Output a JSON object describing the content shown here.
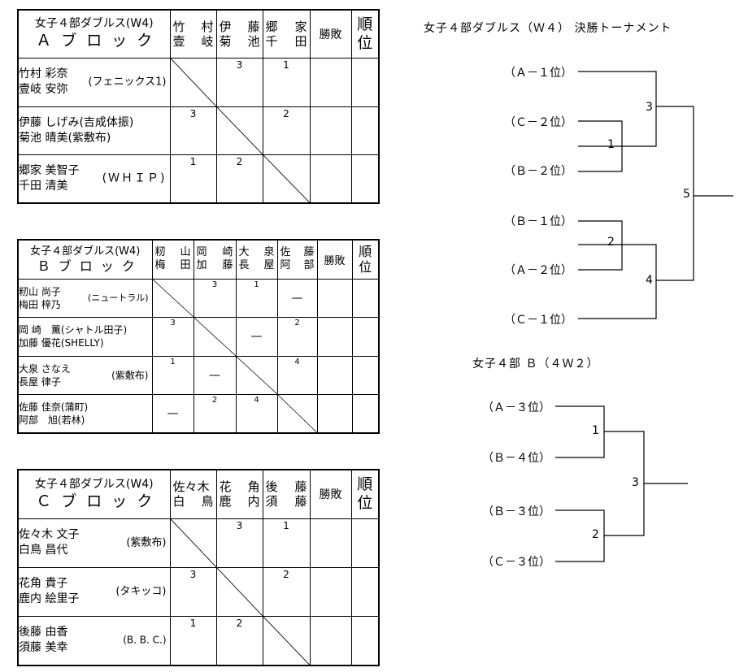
{
  "blocks": [
    {
      "title": "女子４部ダブルス(W4)",
      "block_label": "Ａブロック",
      "headers": [
        [
          "竹",
          "村",
          "壹",
          "岐"
        ],
        [
          "伊",
          "藤",
          "菊",
          "池"
        ],
        [
          "郷",
          "家",
          "千",
          "田"
        ]
      ],
      "win_loss": "勝敗",
      "rank": "順位",
      "players": [
        {
          "line1": "竹村 彩奈",
          "line2": "壹岐 安弥",
          "club": "(フェニックス1)"
        },
        {
          "line1": "伊藤 しげみ(吉成体振)",
          "line2": "菊池 晴美(紫敷布)",
          "club": ""
        },
        {
          "line1": "郷家 美智子",
          "line2": "千田 清美",
          "club": "(ＷＨＩＰ)"
        }
      ],
      "cells": [
        [
          "",
          "3",
          "1"
        ],
        [
          "3",
          "",
          "2"
        ],
        [
          "1",
          "2",
          ""
        ]
      ]
    },
    {
      "title": "女子４部ダブルス(W4)",
      "block_label": "Ｂブロック",
      "headers": [
        [
          "籾",
          "山",
          "梅",
          "田"
        ],
        [
          "岡",
          "崎",
          "加",
          "藤"
        ],
        [
          "大",
          "泉",
          "長",
          "屋"
        ],
        [
          "佐",
          "藤",
          "阿",
          "部"
        ]
      ],
      "win_loss": "勝敗",
      "rank": "順位",
      "players": [
        {
          "line1": "籾山 尚子",
          "line2": "梅田 梓乃",
          "club": "(ニュートラル)"
        },
        {
          "line1": "岡 崎　薫(シャトル田子)",
          "line2": "加藤 優花(SHELLY)",
          "club": ""
        },
        {
          "line1": "大泉 さなえ",
          "line2": "長屋 律子",
          "club": "(紫敷布)"
        },
        {
          "line1": "佐藤 佳奈(蒲町)",
          "line2": "阿部　旭(若林)",
          "club": ""
        }
      ],
      "cells": [
        [
          "",
          "3",
          "1",
          "—"
        ],
        [
          "3",
          "",
          "—",
          "2"
        ],
        [
          "1",
          "—",
          "",
          "4"
        ],
        [
          "—",
          "2",
          "4",
          ""
        ]
      ]
    },
    {
      "title": "女子４部ダブルス(W4)",
      "block_label": "Ｃブロック",
      "headers": [
        [
          "佐々木",
          "",
          "白",
          "鳥"
        ],
        [
          "花",
          "角",
          "鹿",
          "内"
        ],
        [
          "後",
          "藤",
          "須",
          "藤"
        ]
      ],
      "win_loss": "勝敗",
      "rank": "順位",
      "players": [
        {
          "line1": "佐々木 文子",
          "line2": "白鳥 昌代",
          "club": "(紫敷布)"
        },
        {
          "line1": "花角 貴子",
          "line2": "鹿内 絵里子",
          "club": "(タキッコ)"
        },
        {
          "line1": "後藤 由香",
          "line2": "須藤 美幸",
          "club": "(B. B. C.)"
        }
      ],
      "cells": [
        [
          "",
          "3",
          "1"
        ],
        [
          "3",
          "",
          "2"
        ],
        [
          "1",
          "2",
          ""
        ]
      ]
    }
  ],
  "final": {
    "title": "女子４部ダブルス（Ｗ４） 決勝トーナメント",
    "slots": [
      "（Ａ－１位）",
      "（Ｃ－２位）",
      "（Ｂ－２位）",
      "（Ｂ－１位）",
      "（Ａ－２位）",
      "（Ｃ－１位）"
    ],
    "matches": [
      "1",
      "2",
      "3",
      "4",
      "5"
    ]
  },
  "b_bracket": {
    "title": "女子４部 Ｂ（４Ｗ２）",
    "slots": [
      "（Ａ－３位）",
      "（Ｂ－４位）",
      "（Ｂ－３位）",
      "（Ｃ－３位）"
    ],
    "matches": [
      "1",
      "2",
      "3"
    ]
  }
}
